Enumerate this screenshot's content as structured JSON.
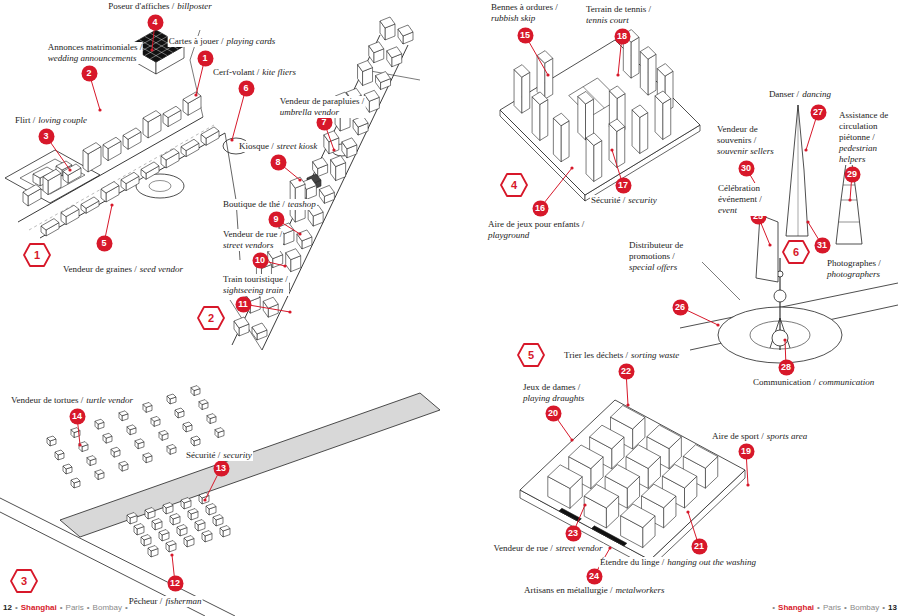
{
  "diagram": {
    "nodes": [
      {
        "text": [
          "1"
        ]
      },
      {
        "text": [
          "2"
        ]
      },
      {
        "text": [
          "3"
        ]
      },
      {
        "text": [
          "4"
        ]
      },
      {
        "text": [
          "5"
        ]
      },
      {
        "text": [
          "6"
        ]
      },
      {
        "text": [
          "7"
        ]
      },
      {
        "text": [
          "8"
        ]
      },
      {
        "text": [
          "9"
        ]
      },
      {
        "text": [
          "10"
        ]
      },
      {
        "text": [
          "11"
        ]
      },
      {
        "text": [
          "12"
        ]
      },
      {
        "text": [
          "13"
        ]
      },
      {
        "text": [
          "14"
        ]
      },
      {
        "text": [
          "15"
        ]
      },
      {
        "text": [
          "16"
        ]
      },
      {
        "text": [
          "17"
        ]
      },
      {
        "text": [
          "18"
        ]
      },
      {
        "text": [
          "19"
        ]
      },
      {
        "text": [
          "20"
        ]
      },
      {
        "text": [
          "21"
        ]
      },
      {
        "text": [
          "22"
        ]
      },
      {
        "text": [
          "23"
        ]
      },
      {
        "text": [
          "24"
        ]
      },
      {
        "text": [
          "25"
        ]
      },
      {
        "text": [
          "26"
        ]
      },
      {
        "text": [
          "27"
        ]
      },
      {
        "text": [
          "28"
        ]
      },
      {
        "text": [
          "29"
        ]
      },
      {
        "text": [
          "30"
        ]
      },
      {
        "text": [
          "31"
        ]
      },
      {
        "text": [
          "1"
        ]
      },
      {
        "text": [
          "2"
        ]
      },
      {
        "text": [
          "3"
        ]
      },
      {
        "text": [
          "4"
        ]
      },
      {
        "text": [
          "5"
        ]
      },
      {
        "text": [
          "6"
        ]
      }
    ],
    "labels": [
      "Cartes à jouer /",
      "playing cards",
      "Annonces matrimoniales /",
      "wedding announcements",
      "Flirt /",
      "loving couple",
      "Poseur d'affiches /",
      "billposter",
      "Vendeur de graines /",
      "seed vendor",
      "Cerf-volant /",
      "kite fliers",
      "Vendeur de parapluies /",
      "umbrella vendor",
      "Kiosque /",
      "street kiosk",
      "Boutique de thé /",
      "teashop",
      "Vendeur de rue /",
      "street vendors",
      "Train touristique /",
      "sightseeing train",
      "Pêcheur /",
      "fisherman",
      "Sécurité /",
      "security",
      "Vendeur de tortues /",
      "turtle vendor",
      "Bennes à ordures /",
      "rubbish skip",
      "Aire de jeux pour enfants /",
      "playground",
      "Sécurité /",
      "security",
      "Terrain de tennis /",
      "tennis court",
      "Aire de sport /",
      "sports area",
      "Jeux de dames /",
      "playing draughts",
      "Étendre du linge /",
      "hanging out the washing",
      "Trier les déchets /",
      "sorting waste",
      "Vendeur de rue /",
      "street vendor",
      "Artisans en métallurgie /",
      "metalworkers",
      "Célébration événement /",
      "event",
      "Distributeur de promotions /",
      "special offers",
      "Danser /",
      "dancing",
      "Communication /",
      "communication",
      "Assistance de circulation piétonne /",
      "pedestrian helpers",
      "Vendeur de souvenirs /",
      "souvenir sellers",
      "Photographes /",
      "photographers",
      "12",
      "•",
      "Shanghai",
      "•",
      "Paris",
      "•",
      "Bombay",
      "•",
      "•",
      "Shanghai",
      "•",
      "Paris",
      "•",
      "Bombay",
      "•",
      "13"
    ]
  }
}
